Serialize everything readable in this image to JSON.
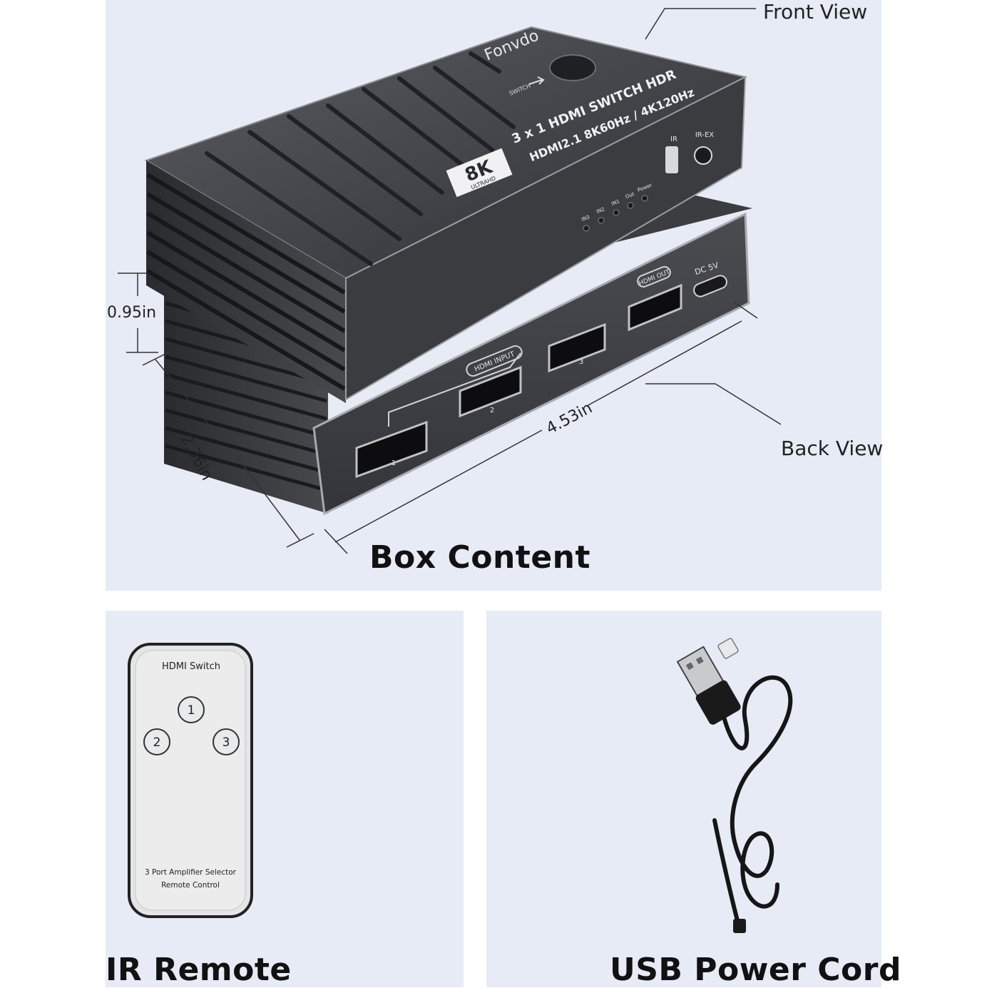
{
  "labels": {
    "front_view": "Front View",
    "back_view": "Back View",
    "height": "0.95in",
    "depth": "2.36in",
    "width": "4.53in"
  },
  "captions": {
    "box_content": "Box Content",
    "ir_remote": "IR Remote",
    "usb_power_cord": "USB Power Cord"
  },
  "device_front": {
    "brand": "Fonvdo",
    "badge_big": "8K",
    "badge_small": "ULTRAHD",
    "title_line1": "3 x 1  HDMI SWITCH  HDR",
    "title_line2": "HDMI2.1  8K60Hz / 4K120Hz",
    "switch_label": "SWITCH",
    "ir_label": "IR",
    "ir_ex_label": "IR-EX",
    "leds": [
      "IN3",
      "IN2",
      "IN1",
      "Out",
      "Power"
    ]
  },
  "device_back": {
    "hdmi_input_label": "HDMI INPUT",
    "hdmi_out_label": "HDMI OUT",
    "dc_label": "DC 5V",
    "port_numbers": [
      "1",
      "2",
      "3"
    ]
  },
  "remote": {
    "title": "HDMI Switch",
    "buttons": [
      "1",
      "2",
      "3"
    ],
    "footer_line1": "3 Port Amplifier Selector",
    "footer_line2": "Remote Control"
  },
  "colors": {
    "panel_bg": "#e6ebf5",
    "device_dark": "#3a3c40",
    "device_edge": "#1d1e21"
  }
}
